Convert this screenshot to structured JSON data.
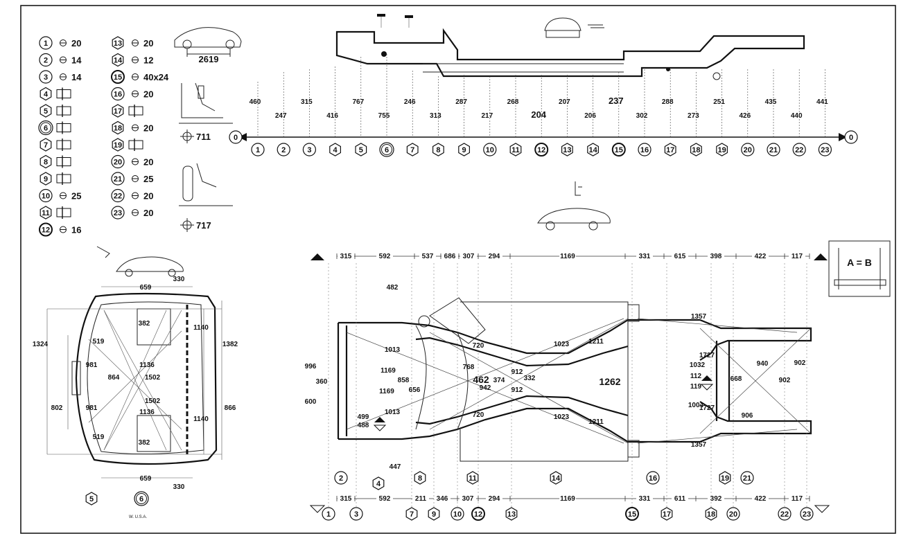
{
  "legend": {
    "col1": [
      {
        "n": "1",
        "shape": "circle",
        "sym": "⊖",
        "val": "20"
      },
      {
        "n": "2",
        "shape": "circle",
        "sym": "⊖",
        "val": "14"
      },
      {
        "n": "3",
        "shape": "circle",
        "sym": "⊖",
        "val": "14"
      },
      {
        "n": "4",
        "shape": "hex",
        "sym": "bolt",
        "val": ""
      },
      {
        "n": "5",
        "shape": "hex",
        "sym": "bolt",
        "val": ""
      },
      {
        "n": "6",
        "shape": "circle2",
        "sym": "bolt",
        "val": ""
      },
      {
        "n": "7",
        "shape": "hex",
        "sym": "bolt",
        "val": ""
      },
      {
        "n": "8",
        "shape": "hex",
        "sym": "bolt",
        "val": ""
      },
      {
        "n": "9",
        "shape": "hex",
        "sym": "bolt",
        "val": ""
      },
      {
        "n": "10",
        "shape": "circle",
        "sym": "⊖",
        "val": "25"
      },
      {
        "n": "11",
        "shape": "hex",
        "sym": "bolt",
        "val": ""
      },
      {
        "n": "12",
        "shape": "circleb",
        "sym": "⊖",
        "val": "16"
      }
    ],
    "col2": [
      {
        "n": "13",
        "shape": "hex",
        "sym": "⊖",
        "val": "20"
      },
      {
        "n": "14",
        "shape": "hex",
        "sym": "⊖",
        "val": "12"
      },
      {
        "n": "15",
        "shape": "circleb",
        "sym": "⊖",
        "val": "40x24"
      },
      {
        "n": "16",
        "shape": "circle",
        "sym": "⊖",
        "val": "20"
      },
      {
        "n": "17",
        "shape": "hex",
        "sym": "bolt",
        "val": ""
      },
      {
        "n": "18",
        "shape": "hex",
        "sym": "⊖",
        "val": "20"
      },
      {
        "n": "19",
        "shape": "hex",
        "sym": "bolt",
        "val": ""
      },
      {
        "n": "20",
        "shape": "circle",
        "sym": "⊖",
        "val": "20"
      },
      {
        "n": "21",
        "shape": "circle",
        "sym": "⊖",
        "val": "25"
      },
      {
        "n": "22",
        "shape": "circle",
        "sym": "⊖",
        "val": "20"
      },
      {
        "n": "23",
        "shape": "circle",
        "sym": "⊖",
        "val": "20"
      }
    ]
  },
  "refs": {
    "wheelbase": "2619",
    "a": "711",
    "b": "717",
    "ab": "A = B",
    "mark": "W. U.S.A."
  },
  "side_view": {
    "zero_left": "0",
    "zero_right": "0",
    "points": [
      "1",
      "2",
      "3",
      "4",
      "5",
      "6",
      "7",
      "8",
      "9",
      "10",
      "11",
      "12",
      "13",
      "14",
      "15",
      "16",
      "17",
      "18",
      "19",
      "20",
      "21",
      "22",
      "23"
    ],
    "heights": [
      "460",
      "247",
      "315",
      "416",
      "767",
      "755",
      "246",
      "313",
      "287",
      "217",
      "268",
      "204",
      "207",
      "206",
      "237",
      "302",
      "288",
      "273",
      "251",
      "426",
      "435",
      "440",
      "441"
    ]
  },
  "top_dims": [
    "315",
    "592",
    "537",
    "686",
    "307",
    "294",
    "1169",
    "331",
    "615",
    "398",
    "422",
    "117"
  ],
  "bottom_dims": [
    "315",
    "592",
    "211",
    "346",
    "307",
    "294",
    "1169",
    "331",
    "611",
    "392",
    "422",
    "117"
  ],
  "bottom_points": [
    "1",
    "3",
    "7",
    "9",
    "10",
    "12",
    "13",
    "15",
    "17",
    "18",
    "20",
    "22",
    "23"
  ],
  "underbody_labels": [
    "2",
    "4",
    "8",
    "11",
    "14",
    "16",
    "19",
    "21"
  ],
  "underbody_values": [
    "482",
    "996",
    "360",
    "600",
    "1013",
    "1169",
    "858",
    "656",
    "1169",
    "1013",
    "499",
    "488",
    "768",
    "720",
    "462",
    "374",
    "942",
    "912",
    "332",
    "912",
    "720",
    "1023",
    "1211",
    "1262",
    "1023",
    "1211",
    "1357",
    "1032",
    "112",
    "119",
    "1004",
    "1727",
    "668",
    "940",
    "902",
    "902",
    "1727",
    "906",
    "1357",
    "447"
  ],
  "front_view": {
    "values": [
      "659",
      "330",
      "1324",
      "519",
      "382",
      "1140",
      "1382",
      "981",
      "864",
      "1136",
      "1502",
      "802",
      "981",
      "1502",
      "866",
      "1136",
      "1140",
      "519",
      "382",
      "659",
      "330"
    ],
    "labels": [
      "5",
      "6"
    ]
  }
}
